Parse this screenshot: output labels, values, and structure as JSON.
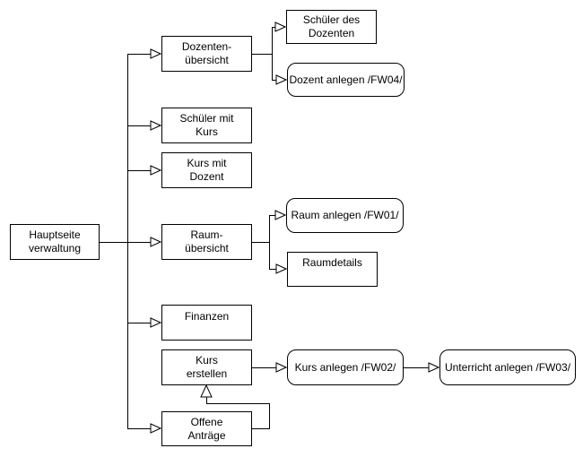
{
  "diagram": {
    "type": "flowchart-sitemap",
    "background_color": "#ffffff",
    "line_color": "#000000",
    "text_color": "#000000",
    "arrow_style": "open-triangle"
  },
  "nodes": {
    "hauptseite": {
      "line1": "Hauptseite",
      "line2": "verwaltung"
    },
    "dozentenuebersicht": {
      "line1": "Dozenten-",
      "line2": "übersicht"
    },
    "schueler_des_dozenten": {
      "line1": "Schüler des",
      "line2": "Dozenten"
    },
    "dozent_anlegen": {
      "line1": "Dozent anlegen /FW04/"
    },
    "schueler_mit_kurs": {
      "line1": "Schüler mit",
      "line2": "Kurs"
    },
    "kurs_mit_dozent": {
      "line1": "Kurs mit",
      "line2": "Dozent"
    },
    "raumuebersicht": {
      "line1": "Raum-",
      "line2": "übersicht"
    },
    "raum_anlegen": {
      "line1": "Raum anlegen /FW01/"
    },
    "raumdetails": {
      "line1": "Raumdetails"
    },
    "finanzen": {
      "line1": "Finanzen"
    },
    "kurs_erstellen": {
      "line1": "Kurs",
      "line2": "erstellen"
    },
    "kurs_anlegen": {
      "line1": "Kurs anlegen /FW02/"
    },
    "unterricht_anlegen": {
      "line1": "Unterricht anlegen /FW03/"
    },
    "offene_antraege": {
      "line1": "Offene",
      "line2": "Anträge"
    }
  },
  "edges": [
    {
      "from": "hauptseite",
      "to": "dozentenuebersicht",
      "arrow": "open-triangle"
    },
    {
      "from": "hauptseite",
      "to": "schueler_mit_kurs",
      "arrow": "open-triangle"
    },
    {
      "from": "hauptseite",
      "to": "kurs_mit_dozent",
      "arrow": "open-triangle"
    },
    {
      "from": "hauptseite",
      "to": "raumuebersicht",
      "arrow": "open-triangle"
    },
    {
      "from": "hauptseite",
      "to": "finanzen",
      "arrow": "open-triangle"
    },
    {
      "from": "hauptseite",
      "to": "offene_antraege",
      "arrow": "open-triangle"
    },
    {
      "from": "dozentenuebersicht",
      "to": "schueler_des_dozenten",
      "arrow": "open-triangle"
    },
    {
      "from": "dozentenuebersicht",
      "to": "dozent_anlegen",
      "arrow": "open-triangle"
    },
    {
      "from": "raumuebersicht",
      "to": "raum_anlegen",
      "arrow": "open-triangle"
    },
    {
      "from": "raumuebersicht",
      "to": "raumdetails",
      "arrow": "open-triangle"
    },
    {
      "from": "kurs_erstellen",
      "to": "kurs_anlegen",
      "arrow": "open-triangle"
    },
    {
      "from": "kurs_anlegen",
      "to": "unterricht_anlegen",
      "arrow": "open-triangle"
    },
    {
      "from": "offene_antraege",
      "to": "kurs_erstellen",
      "arrow": "open-triangle"
    }
  ]
}
